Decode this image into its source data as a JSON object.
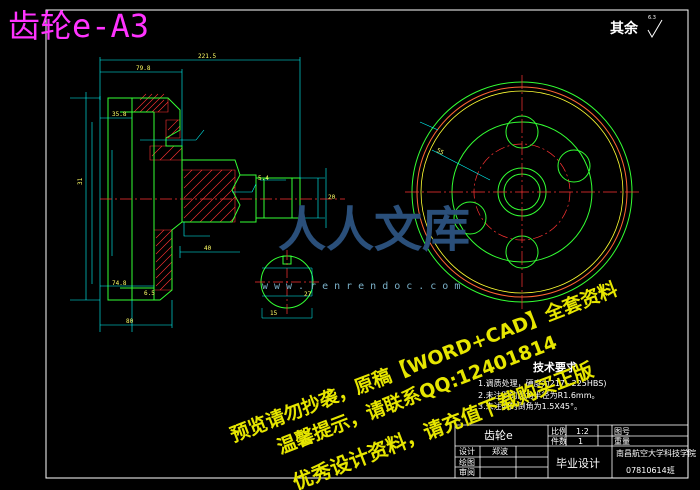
{
  "sheet": {
    "title": "齿轮e-A3",
    "roughness_note": "其余",
    "roughness_value": "6.3"
  },
  "technical_requirements": {
    "heading": "技术要求",
    "lines": [
      "1.调质处理，硬度为217~225HBS)",
      "2.未注明的圆角半径为R1.6mm。",
      "3.未注明的倒角为1.5X45°。"
    ]
  },
  "dimensions": [
    "221.5",
    "79.8",
    "35.8",
    "40",
    "80",
    "74.8",
    "20",
    "15",
    "31",
    "6.5",
    "5.4",
    "27",
    "55"
  ],
  "watermark": {
    "line1": "预览请勿抄袭，原稿【WORD+CAD】全套资料",
    "line2": "温馨提示，请联系QQ:12401814",
    "line3": "优秀设计资料，请充值下载购买正版",
    "logo": "人人文库",
    "site": "www.renrendoc.com"
  },
  "title_block": {
    "part_name": "齿轮e",
    "scale_label": "比例",
    "scale_value": "1:2",
    "drawing_no_label": "图号",
    "quantity_label": "件数",
    "quantity_value": "1",
    "weight_label": "重量",
    "design_label": "设计",
    "designer": "郑波",
    "drawing_label": "绘图",
    "check_label": "审阅",
    "project": "毕业设计",
    "school": "南昌航空大学科技学院",
    "class_no": "07810614班"
  }
}
